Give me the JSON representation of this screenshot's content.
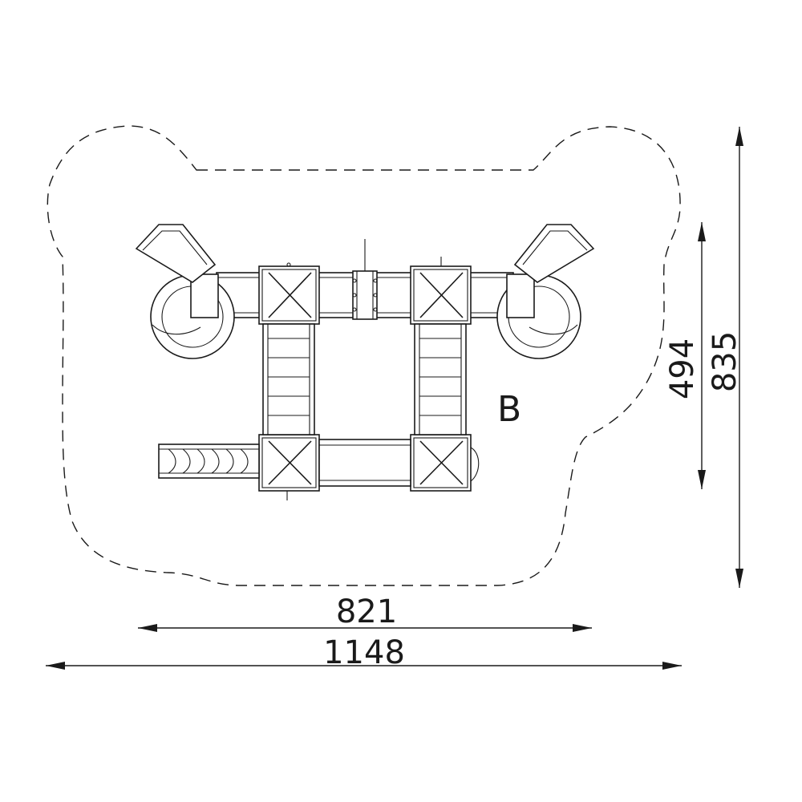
{
  "zone_label": "B",
  "dimensions": {
    "width_equipment": "821",
    "width_total": "1148",
    "depth_equipment": "494",
    "depth_total": "835"
  },
  "colors": {
    "ink": "#1a1a1a",
    "background": "#ffffff"
  }
}
